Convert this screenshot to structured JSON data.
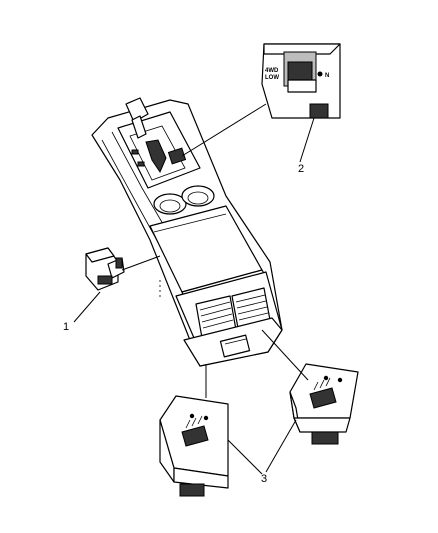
{
  "callouts": {
    "one": "1",
    "two": "2",
    "three": "3"
  },
  "switch_label": {
    "line1": "4WD",
    "line2": "LOW",
    "side": "N"
  }
}
